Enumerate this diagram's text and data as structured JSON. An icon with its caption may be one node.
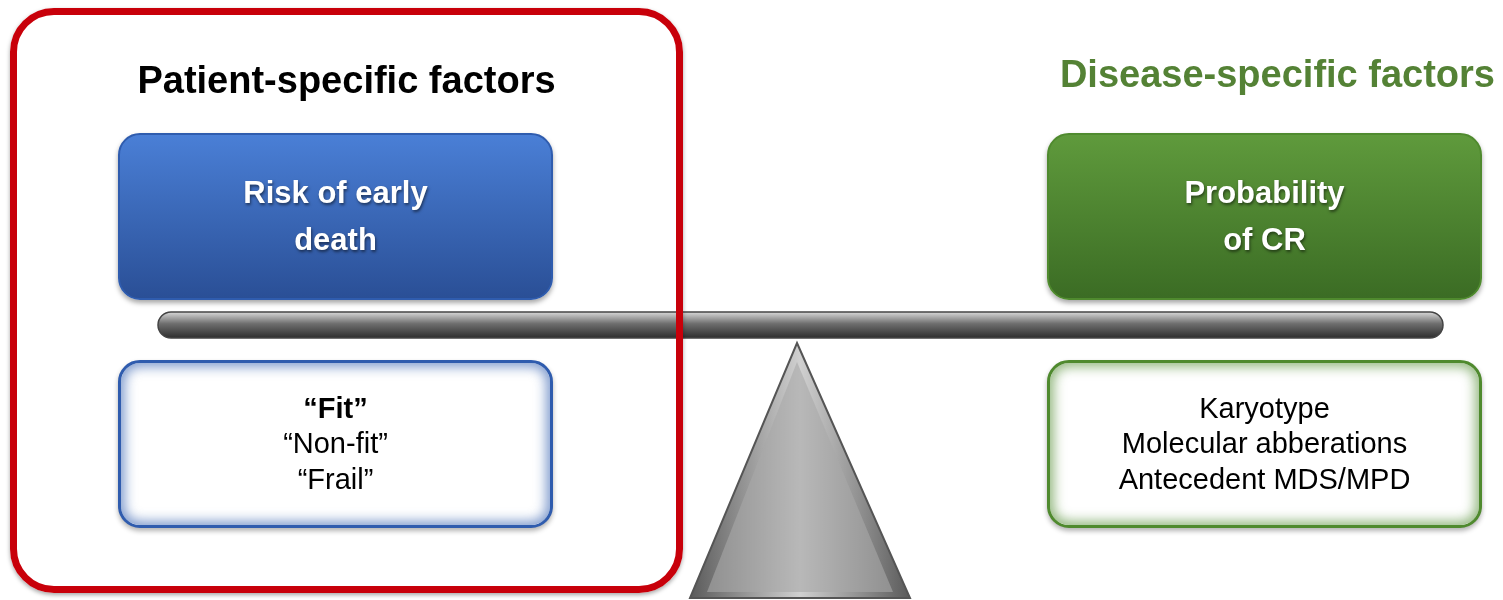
{
  "diagram": {
    "nodes": [
      {
        "text": [
          "Patient-specific factors"
        ]
      },
      {
        "text": [
          "Risk of early death"
        ],
        "in": 0
      },
      {
        "text": [
          "**“Fit”**",
          "“Non-fit”",
          "“Frail”"
        ],
        "in": 0
      },
      {
        "text": [
          "Probability of CR"
        ]
      },
      {
        "text": [
          "Karyotype",
          "Molecular abberations",
          "Antecedent MDS/MPD"
        ]
      }
    ],
    "labels": [
      "Disease-specific factors"
    ]
  }
}
